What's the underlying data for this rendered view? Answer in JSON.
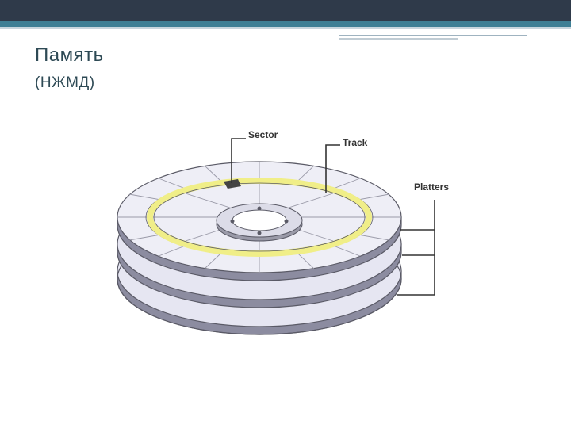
{
  "slide": {
    "title": "Память",
    "subtitle": "(НЖМД)"
  },
  "diagram": {
    "labels": {
      "sector": "Sector",
      "track": "Track",
      "platters": "Platters"
    },
    "platter_count": 3
  },
  "colors": {
    "header_dark": "#2f3a4a",
    "header_teal": "#3e7f95",
    "title_text": "#2e4a55",
    "platter_fill": "#e6e6f2",
    "platter_edge": "#5a5a66",
    "track": "#f0ee88",
    "sector": "#444444"
  }
}
